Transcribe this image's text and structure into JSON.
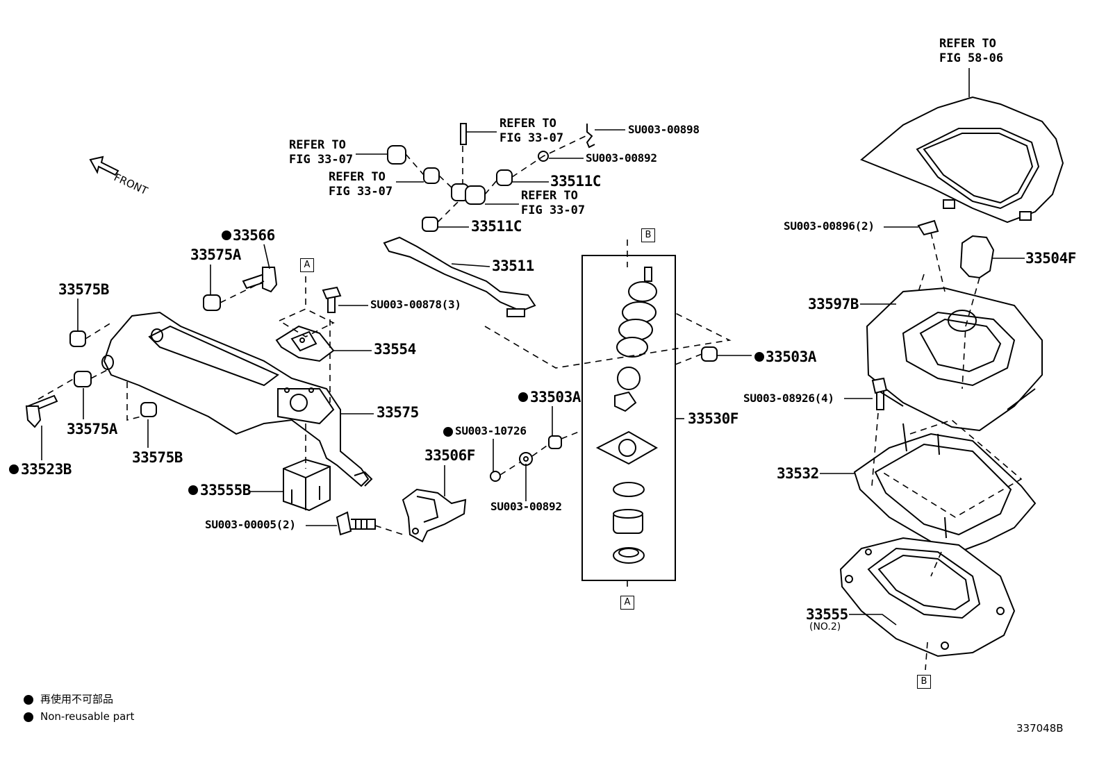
{
  "front_label": "FRONT",
  "refer_fig_33_07": "REFER TO\nFIG 33-07",
  "refer_fig_58_06": "REFER TO\nFIG 58-06",
  "section_marks": {
    "a": "A",
    "b": "B"
  },
  "parts": {
    "p33566": "33566",
    "p33575A_top": "33575A",
    "p33575B_top": "33575B",
    "p33575A_bot": "33575A",
    "p33575B_bot": "33575B",
    "p33523B": "33523B",
    "p33555B": "33555B",
    "p33575": "33575",
    "p33554": "33554",
    "su00878": "SU003-00878(3)",
    "p33511": "33511",
    "p33511C_top": "33511C",
    "p33511C_bot": "33511C",
    "su00898": "SU003-00898",
    "su00892_top": "SU003-00892",
    "su00005": "SU003-00005(2)",
    "p33506F": "33506F",
    "su10726": "SU003-10726",
    "su00892_bot": "SU003-00892",
    "p33503A_left": "33503A",
    "p33503A_right": "33503A",
    "p33530F": "33530F",
    "su00896": "SU003-00896(2)",
    "p33504F": "33504F",
    "p33597B": "33597B",
    "su08926": "SU003-08926(4)",
    "p33532": "33532",
    "p33555": "33555",
    "p33555_sub": "(NO.2)"
  },
  "legend": {
    "line1": "再使用不可部品",
    "line2": "Non-reusable part"
  },
  "figure_code": "337048B"
}
